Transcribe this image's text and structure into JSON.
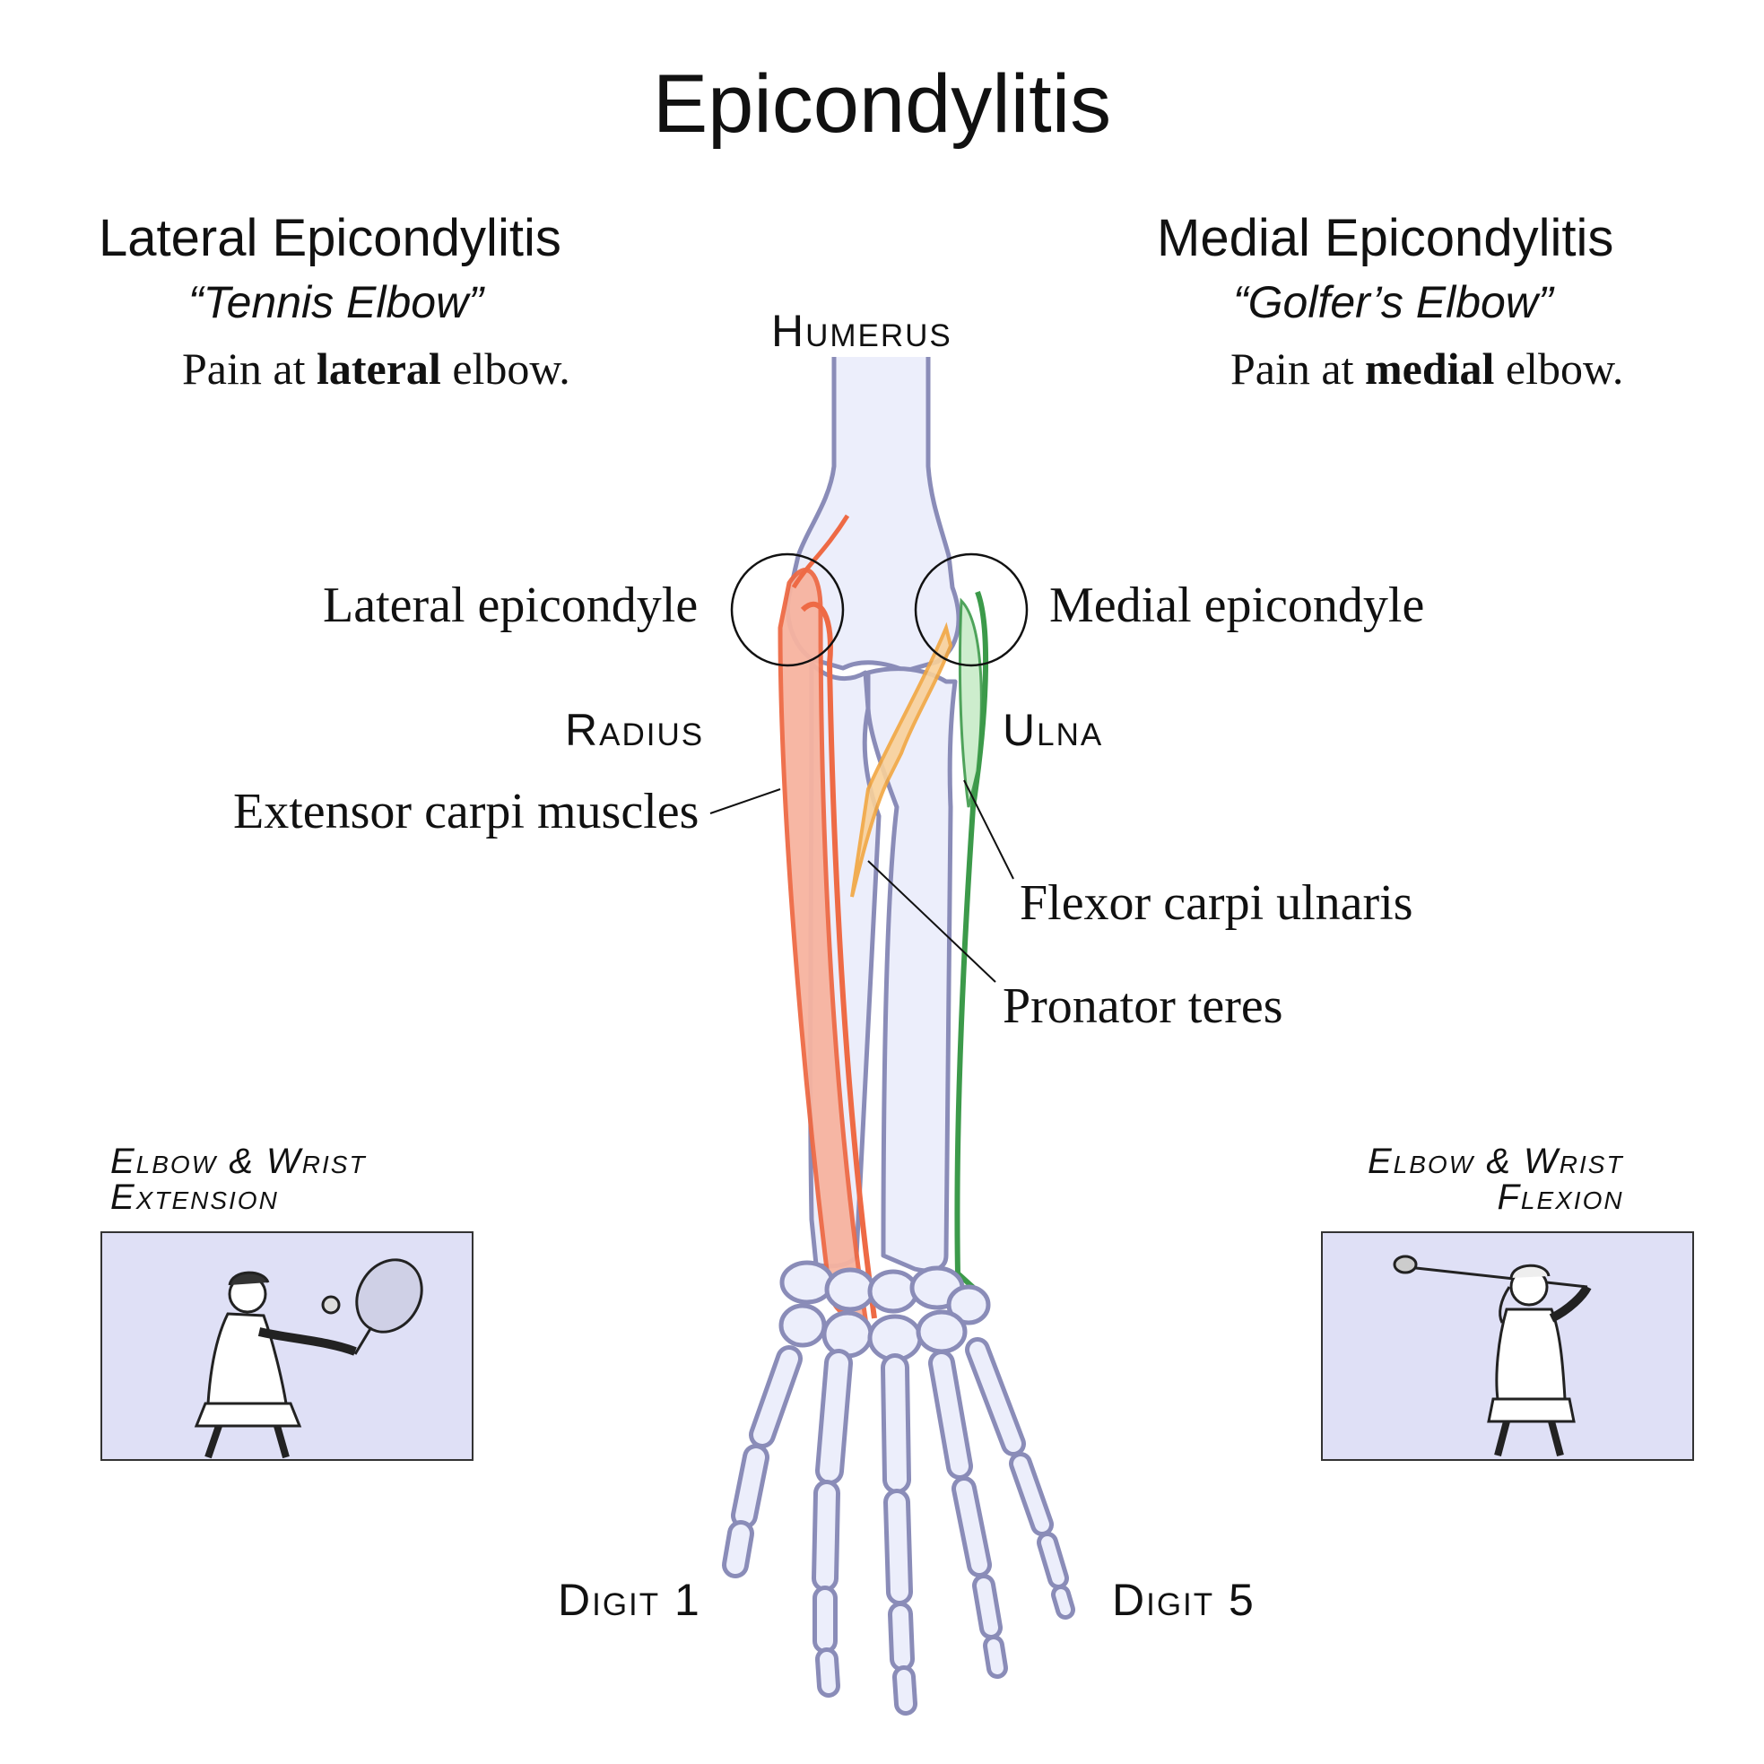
{
  "title": "Epicondylitis",
  "lateral": {
    "heading": "Lateral Epicondylitis",
    "nickname": "“Tennis Elbow”",
    "desc_pre": "Pain at ",
    "desc_bold": "lateral",
    "desc_post": " elbow."
  },
  "medial": {
    "heading": "Medial Epicondylitis",
    "nickname": "“Golfer’s Elbow”",
    "desc_pre": "Pain at ",
    "desc_bold": "medial",
    "desc_post": " elbow."
  },
  "labels": {
    "humerus": "Humerus",
    "lateral_epicondyle": "Lateral epicondyle",
    "medial_epicondyle": "Medial epicondyle",
    "radius": "Radius",
    "ulna": "Ulna",
    "extensor": "Extensor carpi muscles",
    "flexor": "Flexor carpi ulnaris",
    "pronator": "Pronator teres",
    "digit1": "Digit 1",
    "digit5": "Digit 5"
  },
  "captions": {
    "extension_line1": "Elbow & Wrist",
    "extension_line2": "Extension",
    "flexion_line1": "Elbow & Wrist",
    "flexion_line2": "Flexion"
  },
  "colors": {
    "bone": "#8a8cb8",
    "bone_fill": "#eceefb",
    "extensor": "#ee6a45",
    "pronator": "#f2a640",
    "flexor": "#3c9a4a",
    "panel_bg": "#dfe0f6"
  },
  "icons": {
    "tennis": "tennis-player-illustration",
    "golf": "golfer-illustration"
  }
}
